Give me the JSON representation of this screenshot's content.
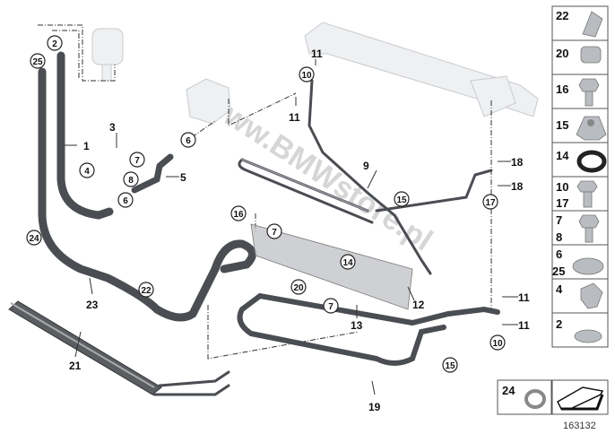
{
  "watermark": "www.BMWstore.pl",
  "diagram_number": "163132",
  "callouts": {
    "c25": "25",
    "c2": "2",
    "c4": "4",
    "c7a": "7",
    "c8": "8",
    "c6a": "6",
    "c6b": "6",
    "c10a": "10",
    "c15a": "15",
    "c16": "16",
    "c7b": "7",
    "c14": "14",
    "c20": "20",
    "c7c": "7",
    "c22": "22",
    "c24": "24",
    "c17": "17",
    "c15b": "15",
    "c10b": "10"
  },
  "labels": {
    "l1": "1",
    "l3": "3",
    "l5": "5",
    "l9": "9",
    "l11a": "11",
    "l11b": "11",
    "l18a": "18",
    "l18b": "18",
    "l12": "12",
    "l13": "13",
    "l11c": "11",
    "l11d": "11",
    "l19": "19",
    "l21": "21",
    "l23": "23"
  },
  "legend": [
    {
      "numbers": [
        "22"
      ],
      "icon": "clip-icon"
    },
    {
      "numbers": [
        "20"
      ],
      "icon": "bracket-sleeve-icon"
    },
    {
      "numbers": [
        "16"
      ],
      "icon": "hex-bolt-icon"
    },
    {
      "numbers": [
        "15"
      ],
      "icon": "hex-nut-icon"
    },
    {
      "numbers": [
        "14"
      ],
      "icon": "rubber-clamp-icon"
    },
    {
      "numbers": [
        "10",
        "17"
      ],
      "icon": "banjo-bolt-icon"
    },
    {
      "numbers": [
        "7",
        "8"
      ],
      "icon": "hex-bolt-icon"
    },
    {
      "numbers": [
        "6",
        "25"
      ],
      "icon": "hose-clamp-icon"
    },
    {
      "numbers": [
        "4"
      ],
      "icon": "holder-icon"
    },
    {
      "numbers": [
        "2"
      ],
      "icon": "hose-clamp-small-icon"
    }
  ],
  "legend_extra": {
    "number": "24",
    "icon": "clip-ring-icon"
  }
}
